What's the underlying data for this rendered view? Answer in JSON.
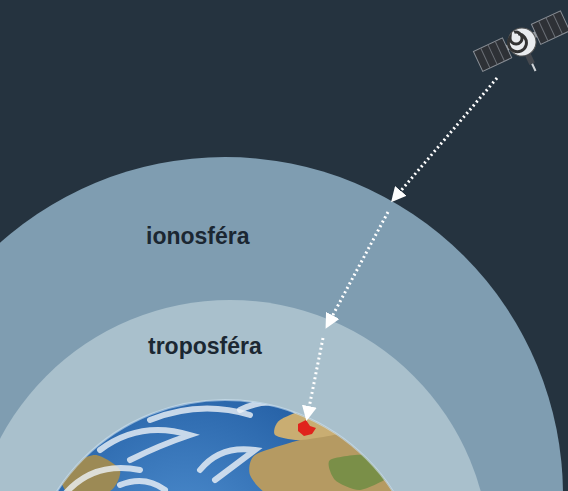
{
  "diagram": {
    "nodes": [
      {
        "text": [
          "ionosféra"
        ]
      },
      {
        "text": [
          "troposféra"
        ],
        "in": 0
      }
    ]
  }
}
